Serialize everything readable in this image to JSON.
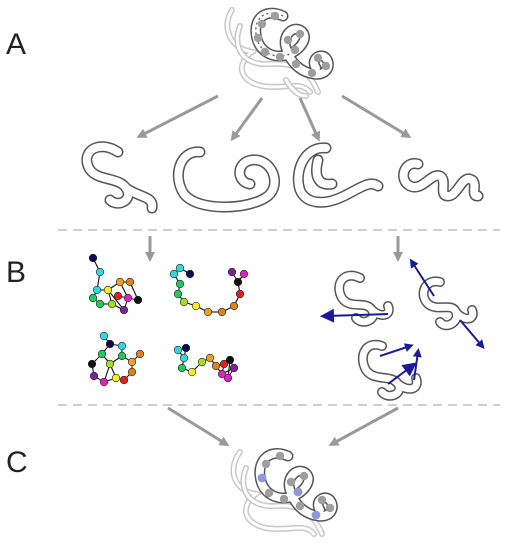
{
  "panels": {
    "a": {
      "label": "A"
    },
    "b": {
      "label": "B"
    },
    "c": {
      "label": "C"
    }
  },
  "colors": {
    "tube_outline": "#555555",
    "ghost_tube": "#c8c8c8",
    "gray_site": "#9e9e9e",
    "blue_site": "#8f97d8",
    "arrow": "#9a9a9a",
    "vector": "#1a1a9c",
    "separator": "#b5b5b5"
  },
  "node_palette": [
    "#0a0a5a",
    "#30d8e0",
    "#20c860",
    "#a0e020",
    "#f0f020",
    "#f0a020",
    "#e08020",
    "#e02020",
    "#e020c0",
    "#8020a0",
    "#111111"
  ]
}
